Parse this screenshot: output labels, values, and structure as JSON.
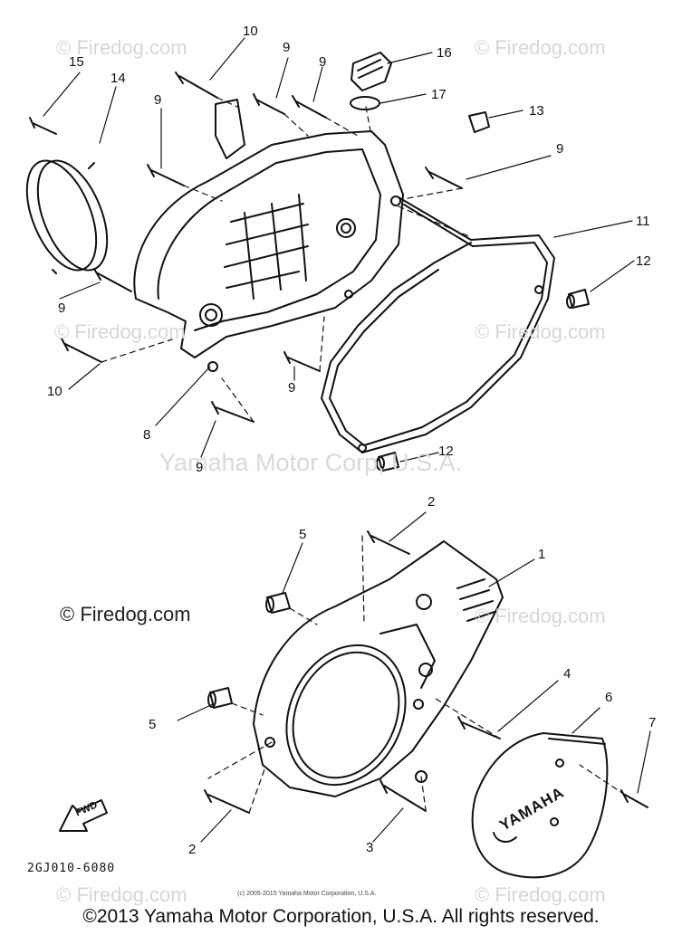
{
  "watermarks": {
    "firedog": "© Firedog.com",
    "yamaha": "Yamaha Motor Corp, U.S.A."
  },
  "labels": {
    "p1": "1",
    "p2a": "2",
    "p2b": "2",
    "p3": "3",
    "p4": "4",
    "p5a": "5",
    "p5b": "5",
    "p6": "6",
    "p7": "7",
    "p8": "8",
    "p9a": "9",
    "p9b": "9",
    "p9c": "9",
    "p9d": "9",
    "p9e": "9",
    "p9f": "9",
    "p9g": "9",
    "p10a": "10",
    "p10b": "10",
    "p11": "11",
    "p12a": "12",
    "p12b": "12",
    "p13": "13",
    "p14": "14",
    "p15": "15",
    "p16": "16",
    "p17": "17"
  },
  "part_code": "2GJ010-6080",
  "fwd_label": "FWD",
  "cover_logo": "YAMAHA",
  "small_copyright": "(c) 2005-2015 Yamaha Motor Corporation, U.S.A.",
  "footer": "©2013 Yamaha Motor Corporation, U.S.A. All rights reserved."
}
